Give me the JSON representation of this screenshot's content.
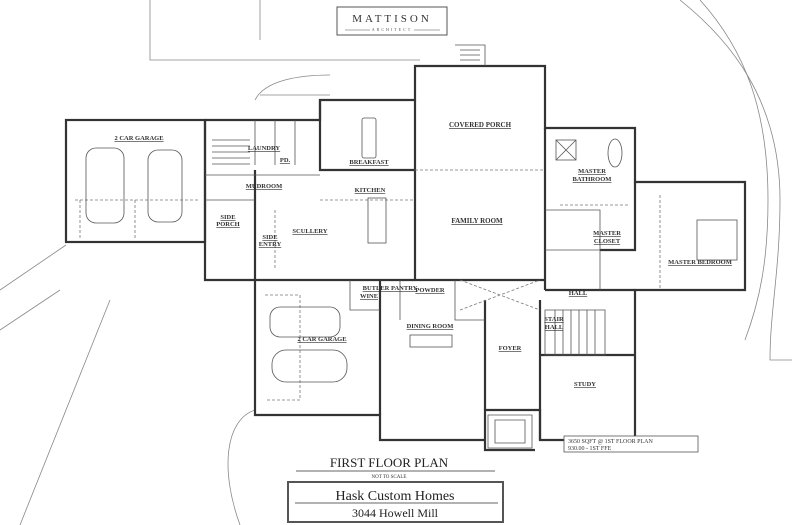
{
  "logo": {
    "name": "MATTISON",
    "subtitle": "ARCHITECT"
  },
  "rooms": {
    "garage_1": "2 CAR GARAGE",
    "laundry": "LAUNDRY",
    "pd": "PD.",
    "breakfast": "BREAKFAST",
    "covered_porch": "COVERED PORCH",
    "master_bathroom_1": "MASTER",
    "master_bathroom_2": "BATHROOM",
    "mudroom": "MUDROOM",
    "kitchen": "KITCHEN",
    "family_room": "FAMILY ROOM",
    "master_closet_1": "MASTER",
    "master_closet_2": "CLOSET",
    "master_bedroom": "MASTER BEDROOM",
    "side_porch_1": "SIDE",
    "side_porch_2": "PORCH",
    "side_entry_1": "SIDE",
    "side_entry_2": "ENTRY",
    "scullery": "SCULLERY",
    "wine": "WINE",
    "butler_pantry": "BUTLER PANTRY",
    "powder": "POWDER",
    "hall": "HALL",
    "stair_hall_1": "STAIR",
    "stair_hall_2": "HALL",
    "dining_room": "DINING ROOM",
    "garage_2": "2 CAR GARAGE",
    "foyer": "FOYER",
    "study": "STUDY"
  },
  "area_note": {
    "line1": "3650 SQFT @ 1ST FLOOR PLAN",
    "line2": "930.00 - 1ST FFE"
  },
  "plan_title": "FIRST FLOOR PLAN",
  "plan_subtitle": "NOT TO SCALE",
  "client": {
    "name": "Hask Custom Homes",
    "address": "3044 Howell Mill"
  }
}
